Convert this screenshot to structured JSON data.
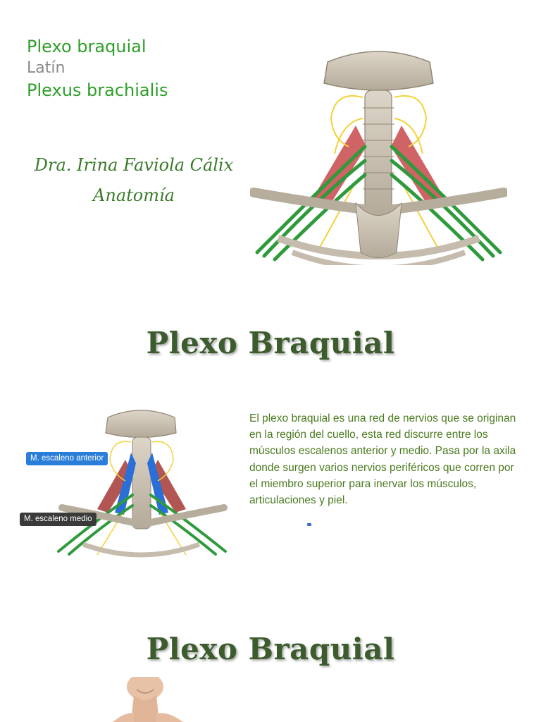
{
  "header": {
    "term_spanish": "Plexo braquial",
    "latin_label": "Latín",
    "term_latin": "Plexus brachialis"
  },
  "author": {
    "name": "Dra. Irina Faviola Cálix",
    "field": "Anatomía"
  },
  "slides": [
    {
      "title": "Plexo Braquial",
      "description": "El plexo braquial es una red de nervios que se originan en la región del cuello, esta red discurre entre los músculos escalenos anterior y medio. Pasa por la axila donde surgen varios nervios periféricos que corren por el miembro superior para inervar los músculos, articulaciones y piel.",
      "labels": {
        "anterior": "M. escaleno anterior",
        "medio": "M. escaleno medio"
      }
    },
    {
      "title": "Plexo Braquial"
    }
  ],
  "colors": {
    "nerve_green": "#2f9a3c",
    "nerve_yellow": "#f2d23a",
    "muscle_red": "#c8484a",
    "muscle_blue": "#2a6fd8",
    "bone": "#cfc6b8",
    "title_green": "#3d5c2e"
  }
}
